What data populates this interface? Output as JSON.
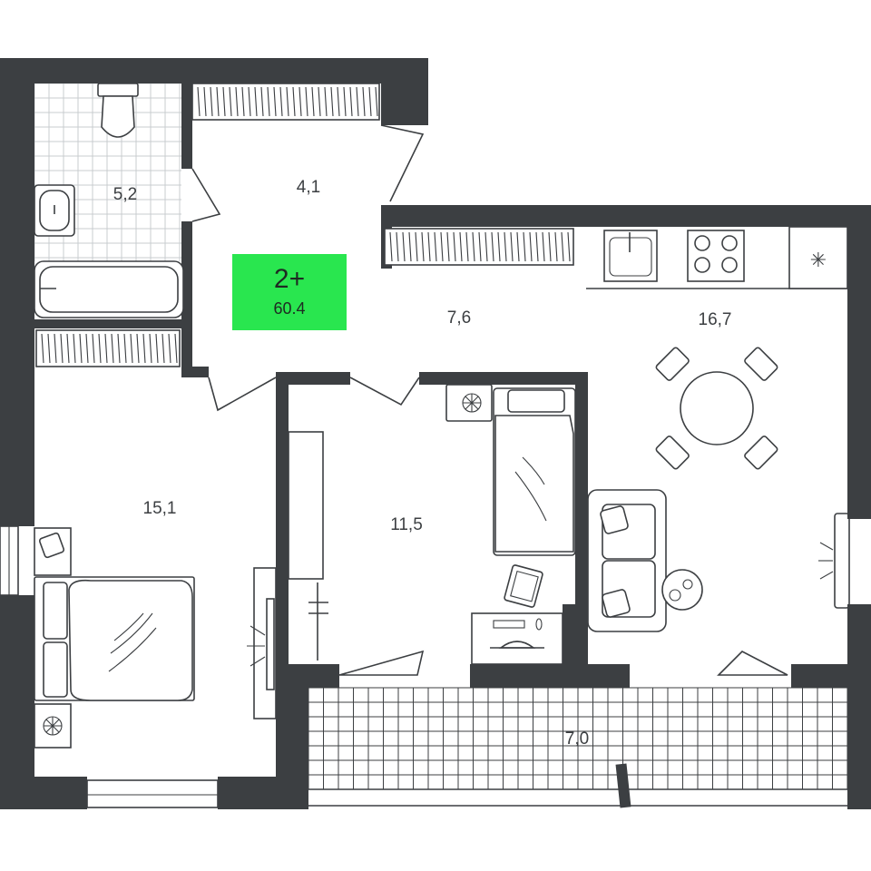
{
  "apartment": {
    "rooms_label": "2+",
    "area_label": "60.4",
    "badge_color": "#29e64f"
  },
  "rooms": {
    "bathroom": "5,2",
    "entry_hall": "4,1",
    "corridor": "7,6",
    "kitchen_living": "16,7",
    "bedroom_large": "15,1",
    "bedroom_small": "11,5",
    "balcony": "7,0"
  },
  "colors": {
    "wall": "#3c3f42",
    "tile_grid": "#c9cccf",
    "background": "#ffffff"
  }
}
